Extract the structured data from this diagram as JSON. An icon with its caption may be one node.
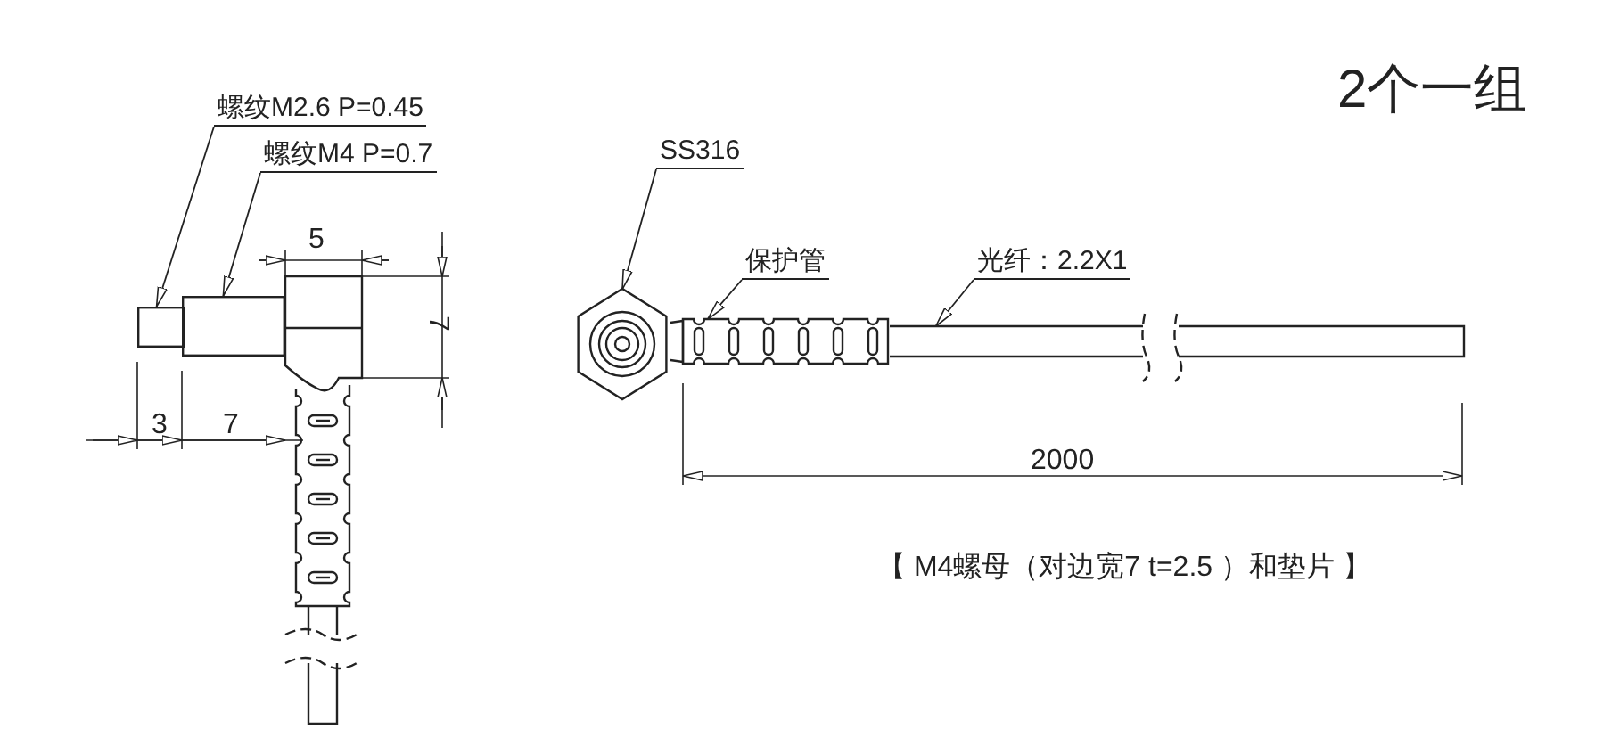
{
  "diagram": {
    "title": "2个一组",
    "nodes": [
      {
        "text": [
          "螺纹M2.6 P=0.45"
        ]
      },
      {
        "text": [
          "螺纹M4 P=0.7"
        ]
      },
      {
        "text": [],
        "shape": "box"
      },
      {
        "text": [],
        "shape": "box"
      },
      {
        "text": [
          "SS316"
        ]
      },
      {
        "text": [],
        "shape": "hexagon"
      },
      {
        "text": [
          "保护管"
        ]
      },
      {
        "text": [],
        "shape": "picture"
      },
      {
        "text": [
          "光纤：2.2X1"
        ]
      },
      {
        "text": [],
        "shape": "bar"
      }
    ],
    "edges": [
      {
        "from": 0,
        "to": 2,
        "arrow": "to"
      },
      {
        "from": 1,
        "to": 3,
        "arrow": "to"
      },
      {
        "from": 4,
        "to": 5,
        "arrow": "to"
      },
      {
        "from": 6,
        "to": 7,
        "arrow": "to"
      },
      {
        "from": 8,
        "to": 9,
        "arrow": "to"
      }
    ],
    "labels": [
      "5",
      "7",
      "3",
      "7",
      "2000",
      "【 M4螺母（对边宽7 t=2.5 ）和垫片 】"
    ]
  }
}
